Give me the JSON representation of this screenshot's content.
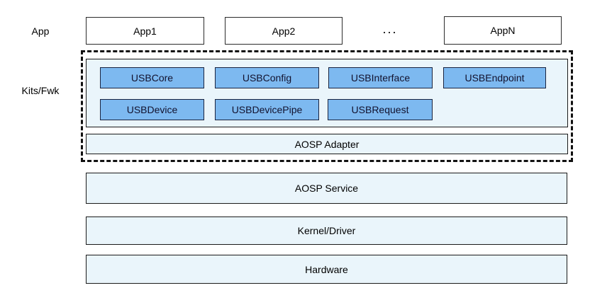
{
  "side_labels": {
    "app": "App",
    "kits_fwk": "Kits/Fwk"
  },
  "app_layer": {
    "apps": [
      "App1",
      "App2",
      "AppN"
    ],
    "ellipsis": "..."
  },
  "kits_fwk_layer": {
    "modules_row1": [
      "USBCore",
      "USBConfig",
      "USBInterface",
      "USBEndpoint"
    ],
    "modules_row2": [
      "USBDevice",
      "USBDevicePipe",
      "USBRequest"
    ],
    "adapter_label": "AOSP Adapter"
  },
  "lower_layers": [
    "AOSP Service",
    "Kernel/Driver",
    "Hardware"
  ],
  "colors": {
    "module_fill": "#7db9f0",
    "module_border": "#1a2440",
    "panel_fill": "#eaf5fb",
    "panel_border": "#1a1a1a",
    "app_box_border": "#2b2b2b",
    "dashed_border": "#111111",
    "text": "#000000"
  }
}
